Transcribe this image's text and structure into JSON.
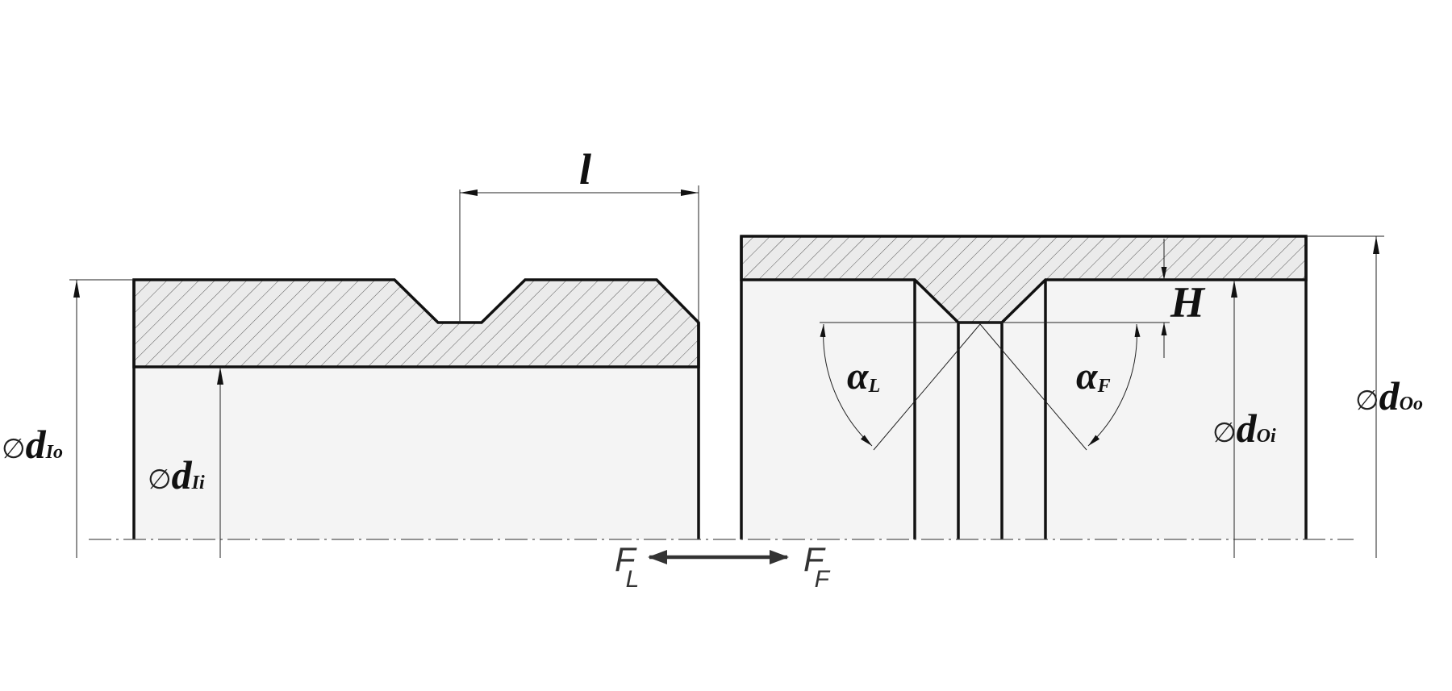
{
  "labels": {
    "length": "l",
    "height": "H",
    "alpha_left_sym": "α",
    "alpha_left_sub": "L",
    "alpha_right_sym": "α",
    "alpha_right_sub": "F",
    "diameter_symbol": "∅",
    "d_inner_outer_sym": "d",
    "d_inner_outer_sub": "Io",
    "d_inner_inner_sym": "d",
    "d_inner_inner_sub": "Ii",
    "d_outer_outer_sym": "d",
    "d_outer_outer_sub": "Oo",
    "d_outer_inner_sym": "d",
    "d_outer_inner_sub": "Oi",
    "force_left_sym": "F",
    "force_left_sub": "L",
    "force_right_sym": "F",
    "force_right_sub": "F"
  },
  "colors": {
    "line": "#111111",
    "fill": "#f4f4f4",
    "arrow": "#333333"
  }
}
